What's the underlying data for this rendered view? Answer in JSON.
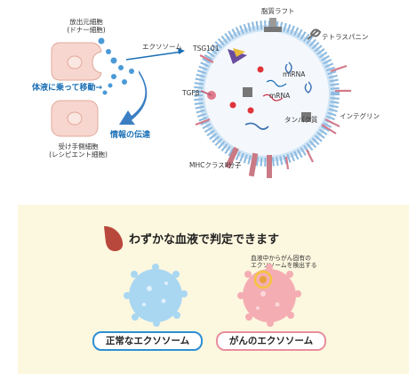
{
  "top": {
    "donor_cell_label": "放出元細胞\n(ドナー細胞)",
    "recipient_cell_label": "受け手側細胞\n(レシピエント細胞)",
    "body_fluid_label": "体液に乗って移動→",
    "info_transfer_label": "情報の伝達",
    "exosome_label": "エクソソーム",
    "parts": {
      "lipid_raft": "脂質ラフト",
      "tsg101": "TSG101",
      "tetraspanin": "テトラスパニン",
      "tgf_beta": "TGFβ",
      "mirna": "miRNA",
      "mrna": "mRNA",
      "protein": "タンパク質",
      "integrin": "インテグリン",
      "mhc": "MHCクラスⅡ分子"
    }
  },
  "bottom": {
    "headline": "わずかな血液で判定できます",
    "detect_note": "血液中からがん固有の\nエクソソームを検出する",
    "normal_label": "正常なエクソソーム",
    "cancer_label": "がんのエクソソーム"
  },
  "colors": {
    "blue_text": "#1a6fb5",
    "cell_fill": "#f7d6cf",
    "exosome_shell": "#9fc9ea",
    "normal_exosome": "#a9d7f2",
    "cancer_exosome": "#f4aeb3",
    "panel_bg": "#fcf7df",
    "pill_border_blue": "#2d8fd6",
    "pill_border_pink": "#e88f9d"
  }
}
